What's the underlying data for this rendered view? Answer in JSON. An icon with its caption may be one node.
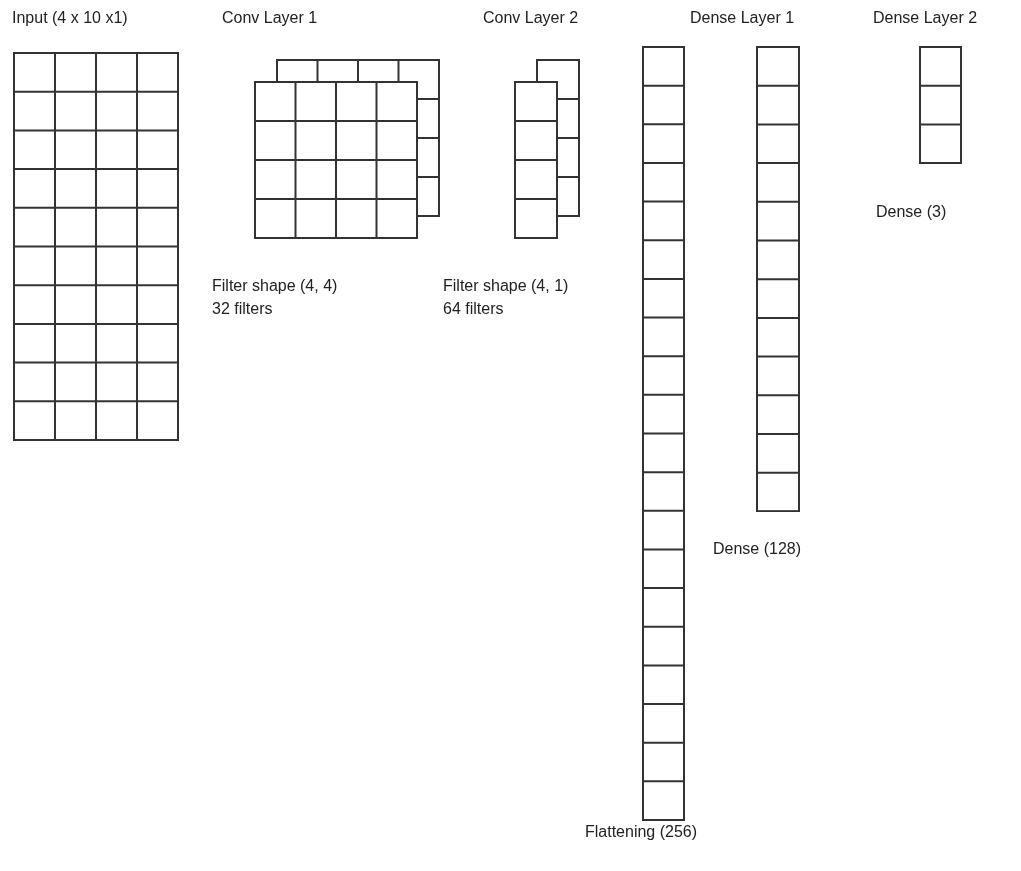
{
  "diagram": {
    "nodes": [
      {
        "text": [
          "Input (4 x 10 x1)"
        ]
      },
      {
        "text": [
          "Conv Layer 1"
        ],
        "beside": [
          "Filter shape (4, 4)",
          "32 filters"
        ]
      },
      {
        "text": [
          "Conv Layer 2"
        ],
        "beside": [
          "Filter shape (4, 1)",
          "64 filters"
        ]
      },
      {
        "text": [
          "Flattening (256)"
        ]
      },
      {
        "text": [
          "Dense Layer 1"
        ]
      },
      {
        "text": [
          "Dense Layer 2"
        ],
        "beside": [
          "Dense (3)"
        ]
      }
    ],
    "edges": [],
    "labels": [
      "Dense (128)"
    ]
  }
}
